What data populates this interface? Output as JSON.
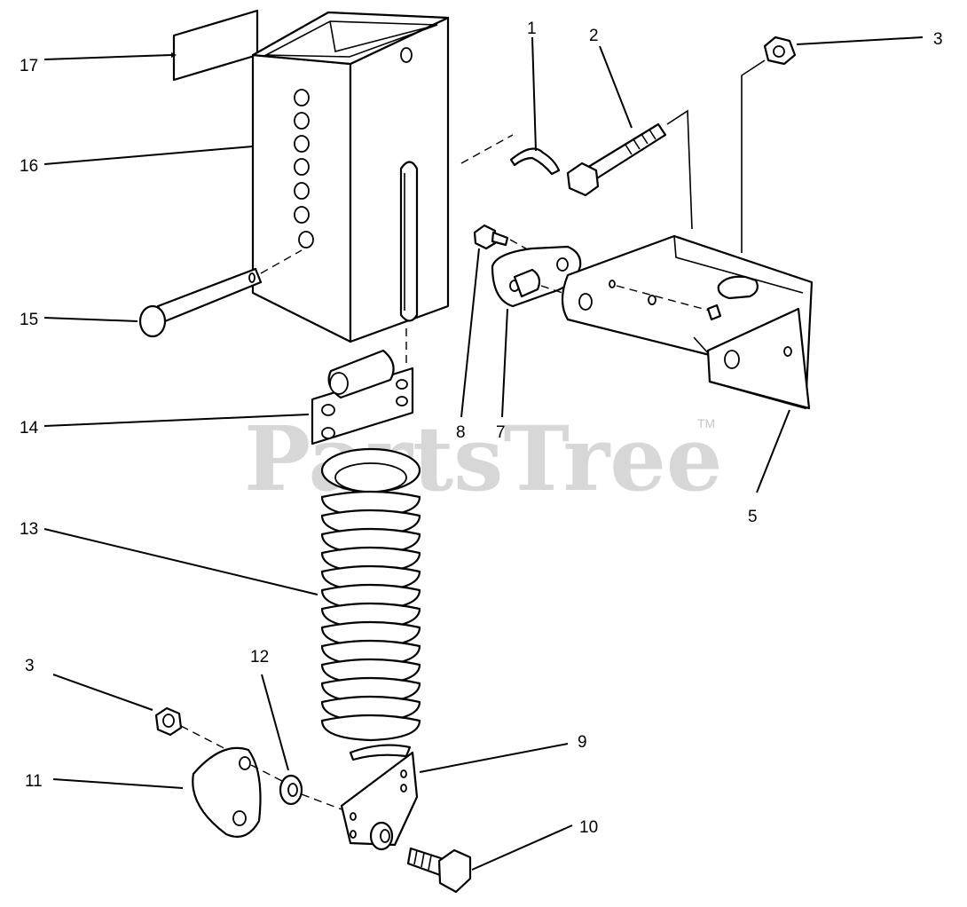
{
  "watermark": {
    "text": "PartsTree",
    "trademark": "TM"
  },
  "callouts": [
    {
      "id": "c17",
      "label": "17"
    },
    {
      "id": "c16",
      "label": "16"
    },
    {
      "id": "c15",
      "label": "15"
    },
    {
      "id": "c14",
      "label": "14"
    },
    {
      "id": "c13",
      "label": "13"
    },
    {
      "id": "c3a",
      "label": "3"
    },
    {
      "id": "c11",
      "label": "11"
    },
    {
      "id": "c12",
      "label": "12"
    },
    {
      "id": "c1",
      "label": "1"
    },
    {
      "id": "c2",
      "label": "2"
    },
    {
      "id": "c3b",
      "label": "3"
    },
    {
      "id": "c8",
      "label": "8"
    },
    {
      "id": "c7",
      "label": "7"
    },
    {
      "id": "c5",
      "label": "5"
    },
    {
      "id": "c9",
      "label": "9"
    },
    {
      "id": "c10",
      "label": "10"
    }
  ]
}
